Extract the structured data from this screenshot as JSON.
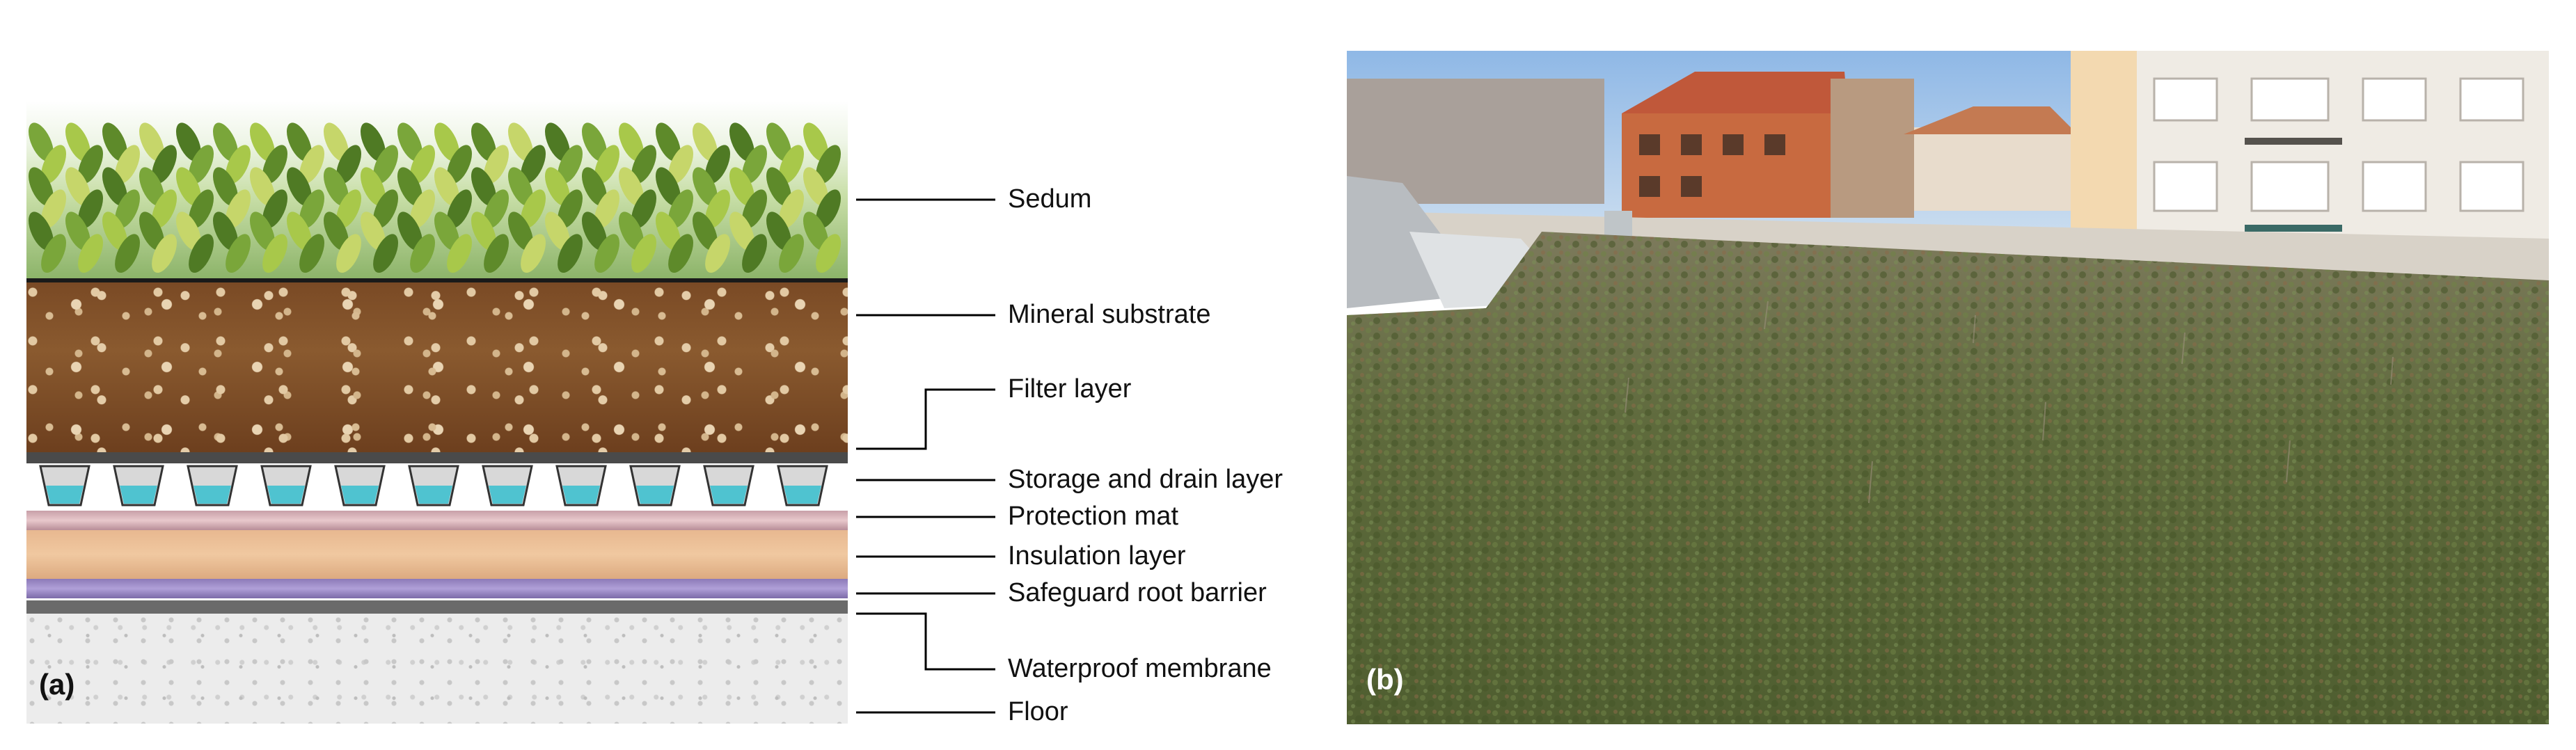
{
  "panel_a": {
    "label": "(a)",
    "layers": [
      {
        "id": "sedum",
        "label": "Sedum"
      },
      {
        "id": "mineral_substrate",
        "label": "Mineral substrate"
      },
      {
        "id": "filter",
        "label": "Filter layer"
      },
      {
        "id": "storage_drain",
        "label": "Storage and drain layer"
      },
      {
        "id": "protection_mat",
        "label": "Protection mat"
      },
      {
        "id": "insulation",
        "label": "Insulation layer"
      },
      {
        "id": "root_barrier",
        "label": "Safeguard root barrier"
      },
      {
        "id": "waterproof_membrane",
        "label": "Waterproof membrane"
      },
      {
        "id": "floor",
        "label": "Floor"
      }
    ]
  },
  "panel_b": {
    "label": "(b)"
  },
  "colors": {
    "leader_line": "#000000",
    "drain_water": "#4fc3d0",
    "sky": "#9ec3e8",
    "vegetation": "#5b6b3a",
    "building_orange": "#c8643c",
    "building_white": "#f2f0ea"
  }
}
